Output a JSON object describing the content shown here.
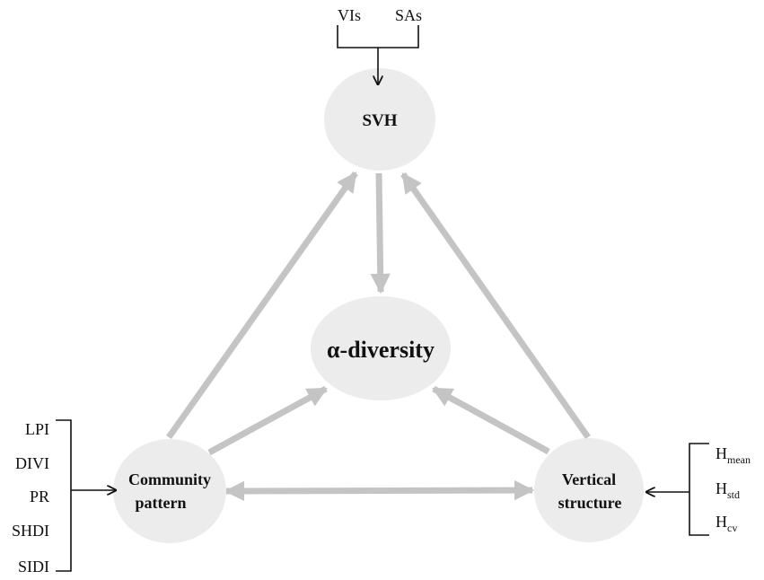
{
  "nodes": {
    "svh": "SVH",
    "alpha": "α-diversity",
    "community_line1": "Community",
    "community_line2": "pattern",
    "vertical_line1": "Vertical",
    "vertical_line2": "structure"
  },
  "svh_inputs": [
    "VIs",
    "SAs"
  ],
  "community_inputs": [
    "LPI",
    "DIVI",
    "PR",
    "SHDI",
    "SIDI"
  ],
  "vertical_inputs": [
    {
      "base": "H",
      "sub": "mean"
    },
    {
      "base": "H",
      "sub": "std"
    },
    {
      "base": "H",
      "sub": "cv"
    }
  ],
  "colors": {
    "node_fill": "#ececec",
    "arrow_gray": "#c4c4c4",
    "black": "#111111"
  }
}
